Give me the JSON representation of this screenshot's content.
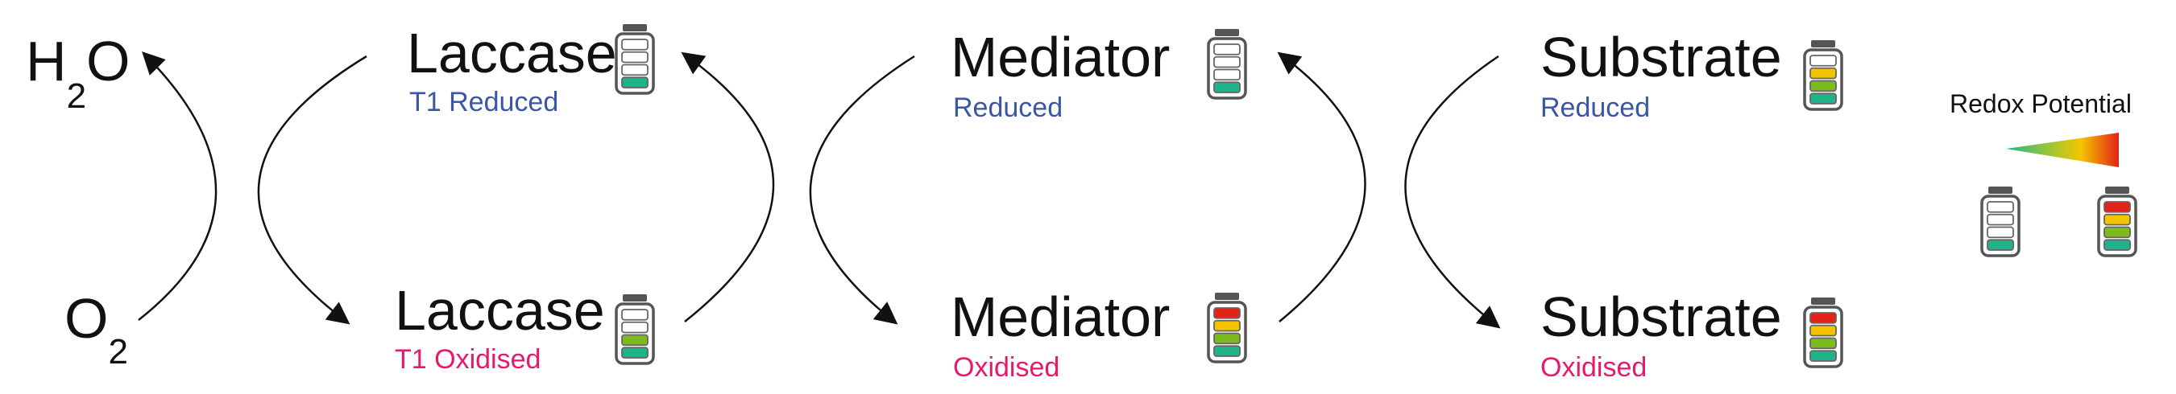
{
  "colors": {
    "reduced_label": "#3a56a5",
    "oxidised_label": "#e8196b",
    "cell_empty": "#ffffff",
    "cell_teal": "#1fb38a",
    "cell_green": "#7cba1f",
    "cell_yellow": "#f5c400",
    "cell_red": "#e32219"
  },
  "water": {
    "h": "H",
    "sub": "2",
    "o": "O"
  },
  "oxygen": {
    "o": "O",
    "sub": "2"
  },
  "species": [
    {
      "id": "laccase",
      "top": {
        "name": "Laccase",
        "state": "T1 Reduced",
        "battery": [
          "empty",
          "empty",
          "empty",
          "teal"
        ]
      },
      "bottom": {
        "name": "Laccase",
        "state": "T1 Oxidised",
        "battery": [
          "empty",
          "empty",
          "green",
          "teal"
        ]
      }
    },
    {
      "id": "mediator",
      "top": {
        "name": "Mediator",
        "state": "Reduced",
        "battery": [
          "empty",
          "empty",
          "empty",
          "teal"
        ]
      },
      "bottom": {
        "name": "Mediator",
        "state": "Oxidised",
        "battery": [
          "red",
          "yellow",
          "green",
          "teal"
        ]
      }
    },
    {
      "id": "substrate",
      "top": {
        "name": "Substrate",
        "state": "Reduced",
        "battery": [
          "empty",
          "yellow",
          "green",
          "teal"
        ]
      },
      "bottom": {
        "name": "Substrate",
        "state": "Oxidised",
        "battery": [
          "red",
          "yellow",
          "green",
          "teal"
        ]
      }
    }
  ],
  "legend": {
    "title": "Redox Potential",
    "gradient": [
      "#1fb38a",
      "#8cc63f",
      "#f5c400",
      "#e32219"
    ],
    "low_battery": [
      "empty",
      "empty",
      "empty",
      "teal"
    ],
    "high_battery": [
      "red",
      "yellow",
      "green",
      "teal"
    ]
  }
}
